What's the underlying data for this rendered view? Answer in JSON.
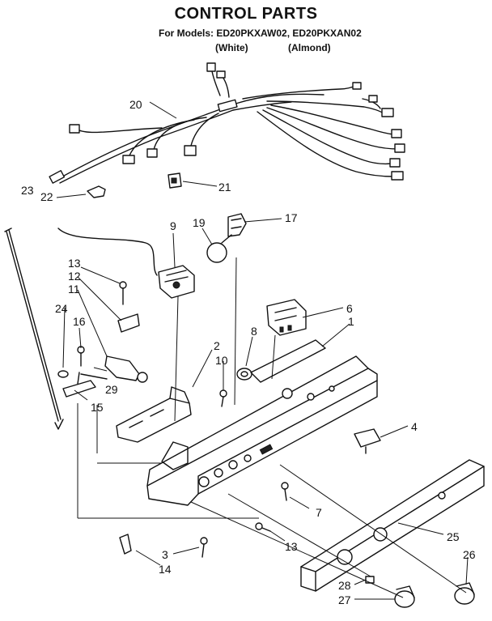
{
  "header": {
    "title": "CONTROL PARTS",
    "models_line": "For Models: ED20PKXAW02, ED20PKXAN02",
    "variant_white": "(White)",
    "variant_almond": "(Almond)"
  },
  "callouts": {
    "c1": "1",
    "c2": "2",
    "c3": "3",
    "c4": "4",
    "c6": "6",
    "c7": "7",
    "c8": "8",
    "c9": "9",
    "c10": "10",
    "c11": "11",
    "c12": "12",
    "c13a": "13",
    "c13b": "13",
    "c14": "14",
    "c15": "15",
    "c16": "16",
    "c17": "17",
    "c19": "19",
    "c20": "20",
    "c21": "21",
    "c22": "22",
    "c23": "23",
    "c24": "24",
    "c25": "25",
    "c26": "26",
    "c27": "27",
    "c28": "28",
    "c29": "29"
  }
}
